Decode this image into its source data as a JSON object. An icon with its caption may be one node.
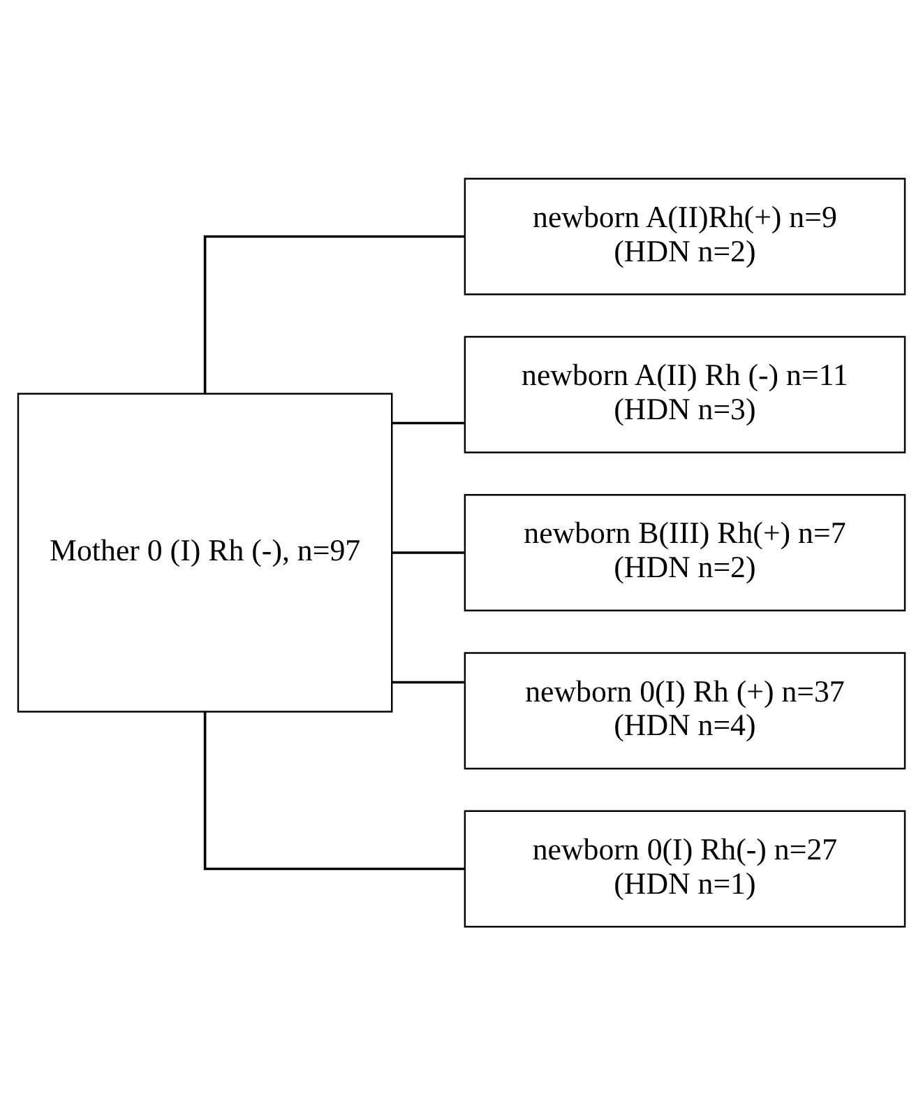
{
  "diagram": {
    "nodes": [
      {
        "text": [
          "Mother 0 (I) Rh (-), n=97"
        ]
      },
      {
        "text": [
          "newborn A(II)Rh(+) n=9",
          "(HDN n=2)"
        ]
      },
      {
        "text": [
          "newborn A(II) Rh (-) n=11",
          "(HDN n=3)"
        ]
      },
      {
        "text": [
          "newborn B(III) Rh(+) n=7",
          "(HDN n=2)"
        ]
      },
      {
        "text": [
          "newborn 0(I) Rh (+) n=37",
          "(HDN n=4)"
        ]
      },
      {
        "text": [
          "newborn 0(I) Rh(-) n=27",
          "(HDN n=1)"
        ]
      }
    ],
    "edges": [
      {
        "from": 0,
        "to": 1,
        "arrow": "none"
      },
      {
        "from": 0,
        "to": 2,
        "arrow": "none"
      },
      {
        "from": 0,
        "to": 3,
        "arrow": "none"
      },
      {
        "from": 0,
        "to": 4,
        "arrow": "none"
      },
      {
        "from": 0,
        "to": 5,
        "arrow": "none"
      }
    ]
  }
}
